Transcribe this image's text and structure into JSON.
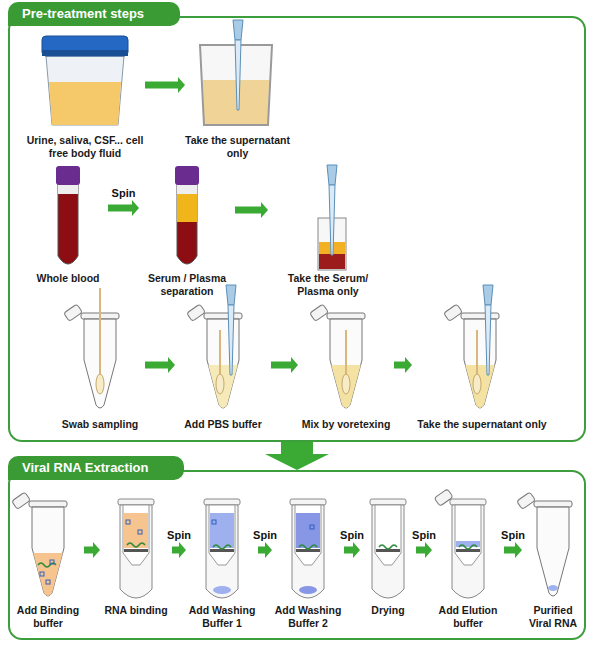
{
  "diagram": {
    "nodes": [
      {
        "text": [
          "Pre-treatment steps"
        ]
      },
      {
        "text": [
          "Urine, saliva, CSF... cell free body fluid"
        ],
        "in": 0
      },
      {
        "text": [
          "Take the supernatant only"
        ],
        "in": 0
      },
      {
        "text": [
          "Whole blood"
        ],
        "in": 0
      },
      {
        "text": [
          "Serum / Plasma separation"
        ],
        "in": 0
      },
      {
        "text": [
          "Take the Serum/ Plasma only"
        ],
        "in": 0
      },
      {
        "text": [
          "Swab sampling"
        ],
        "in": 0
      },
      {
        "text": [
          "Add PBS buffer"
        ],
        "in": 0
      },
      {
        "text": [
          "Mix by voretexing"
        ],
        "in": 0
      },
      {
        "text": [
          "Take the supernatant only"
        ],
        "in": 0
      },
      {
        "text": [
          "Viral RNA Extraction"
        ]
      },
      {
        "text": [
          "Add Binding buffer"
        ],
        "in": 10
      },
      {
        "text": [
          "RNA binding"
        ],
        "in": 10
      },
      {
        "text": [
          "Add Washing Buffer 1"
        ],
        "in": 10
      },
      {
        "text": [
          "Add Washing Buffer 2"
        ],
        "in": 10
      },
      {
        "text": [
          "Drying"
        ],
        "in": 10
      },
      {
        "text": [
          "Add Elution buffer"
        ],
        "in": 10
      },
      {
        "text": [
          "Purified Viral RNA"
        ],
        "in": 10
      }
    ],
    "edges": [
      {
        "from": 1,
        "to": 2,
        "arrow": "to"
      },
      {
        "from": 3,
        "to": 4,
        "label": "Spin",
        "arrow": "to"
      },
      {
        "from": 4,
        "to": 5,
        "arrow": "to"
      },
      {
        "from": 6,
        "to": 7,
        "arrow": "to"
      },
      {
        "from": 7,
        "to": 8,
        "arrow": "to"
      },
      {
        "from": 8,
        "to": 9,
        "arrow": "to"
      },
      {
        "from": 0,
        "to": 10,
        "arrow": "to"
      },
      {
        "from": 11,
        "to": 12,
        "arrow": "to"
      },
      {
        "from": 12,
        "to": 13,
        "label": "Spin",
        "arrow": "to"
      },
      {
        "from": 13,
        "to": 14,
        "label": "Spin",
        "arrow": "to"
      },
      {
        "from": 14,
        "to": 15,
        "label": "Spin",
        "arrow": "to"
      },
      {
        "from": 15,
        "to": 16,
        "label": "Spin",
        "arrow": "to"
      },
      {
        "from": 16,
        "to": 17,
        "label": "Spin",
        "arrow": "to"
      }
    ]
  }
}
